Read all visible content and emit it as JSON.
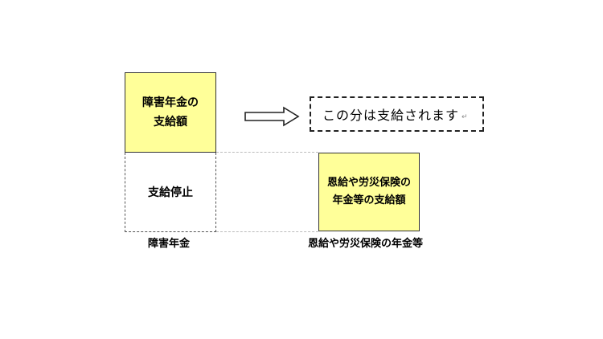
{
  "left_column": {
    "top_box": {
      "line1": "障害年金の",
      "line2": "支給額"
    },
    "bottom_box": {
      "text": "支給停止"
    },
    "caption": "障害年金"
  },
  "right_column": {
    "box": {
      "line1": "恩給や労災保険の",
      "line2": "年金等の支給額"
    },
    "caption": "恩給や労災保険の年金等"
  },
  "callout": {
    "text": "この分は支給されます",
    "return_mark": "↵"
  },
  "colors": {
    "fill_yellow": "#ffff99",
    "border": "#333333"
  }
}
